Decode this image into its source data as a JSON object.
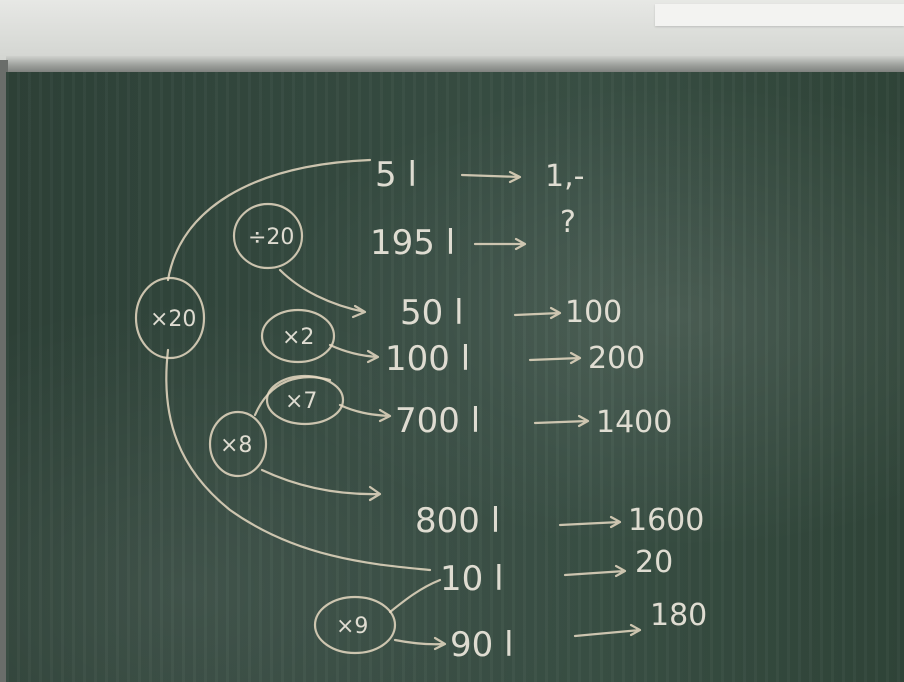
{
  "board": {
    "rows": [
      {
        "volume": "5 l",
        "price": "1,-"
      },
      {
        "volume": "195 l",
        "price": "?"
      },
      {
        "volume": "50 l",
        "price": "100"
      },
      {
        "volume": "100 l",
        "price": "200"
      },
      {
        "volume": "700 l",
        "price": "1400"
      },
      {
        "volume": "800 l",
        "price": "1600"
      },
      {
        "volume": "10 l",
        "price": "20"
      },
      {
        "volume": "90 l",
        "price": "180"
      }
    ],
    "operators": {
      "big_circle": "×20",
      "top_small_circle": "÷20",
      "circle_50_to_100": "×2",
      "circle_100_to_700": "×7",
      "circle_8": "×8",
      "bottom_circle": "×9"
    },
    "colors": {
      "chalk": "#f1ece1",
      "board": "#34493f"
    }
  }
}
